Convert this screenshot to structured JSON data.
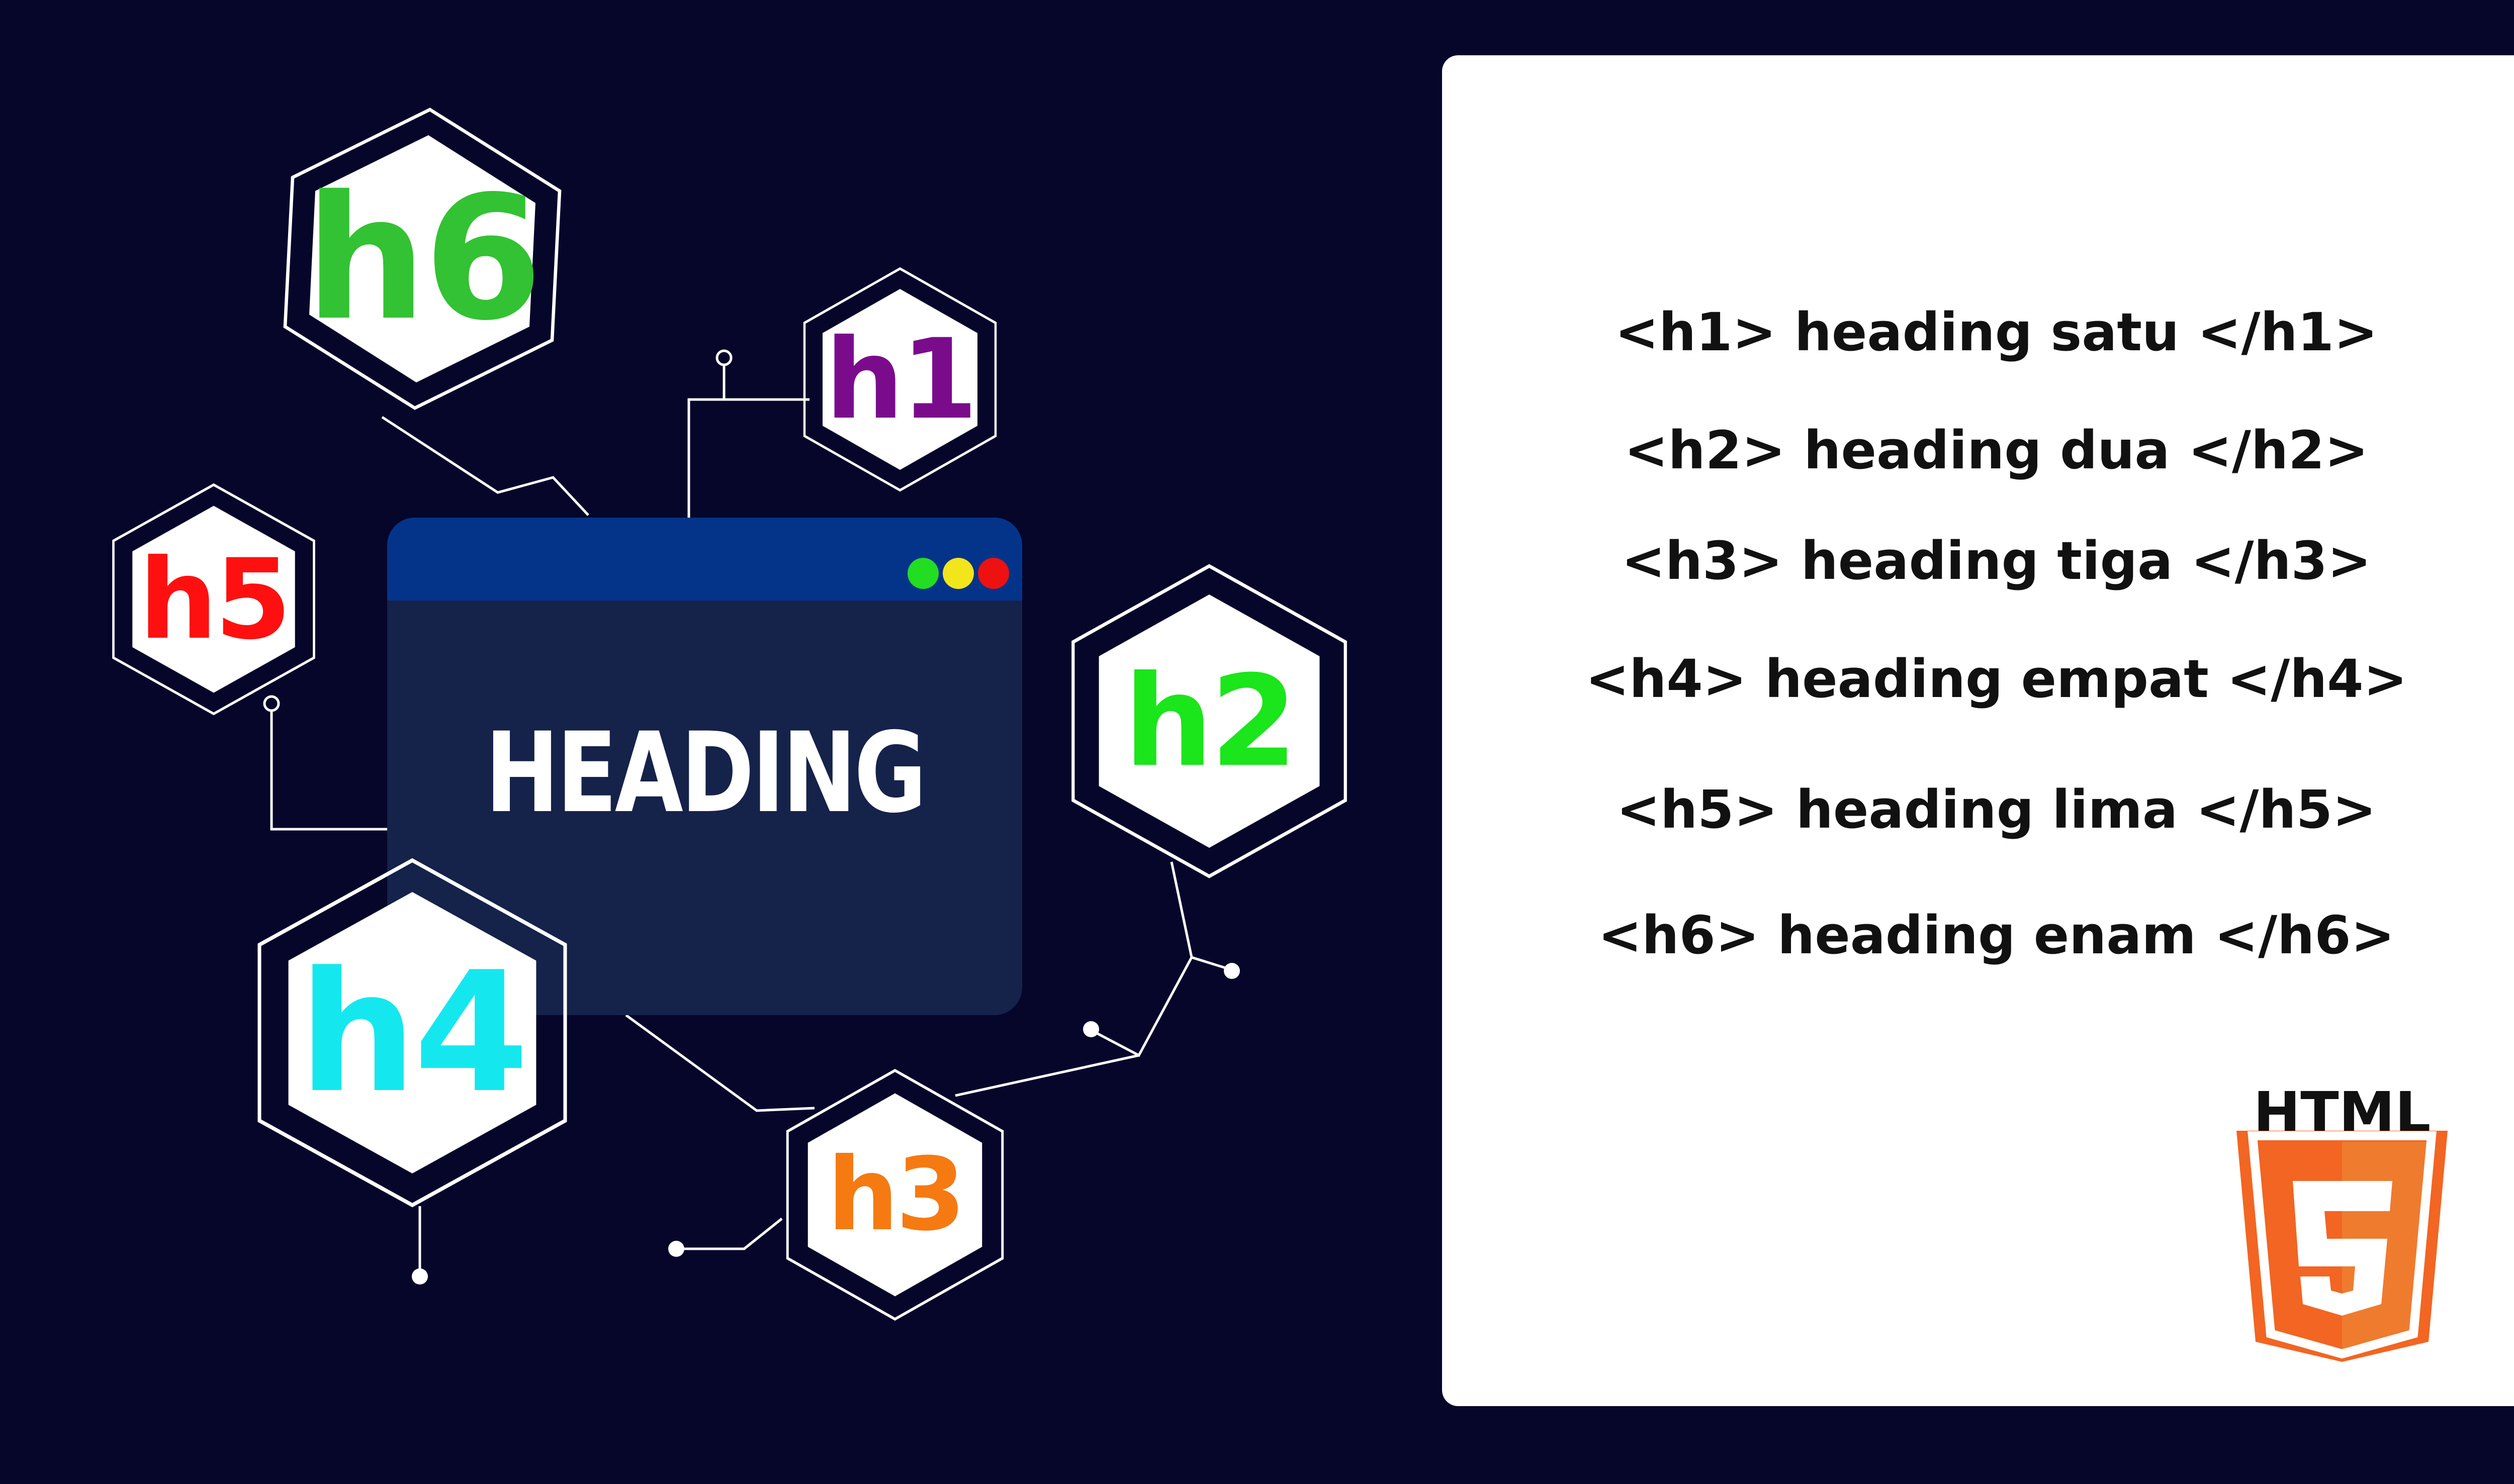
{
  "colors": {
    "background": "#05062a",
    "browser_bar": "#04348a",
    "browser_body": "#15224a",
    "dot_green": "#22dd22",
    "dot_yellow": "#f2e51c",
    "dot_red": "#ee1111",
    "html5_orange": "#f26522"
  },
  "window": {
    "title": "HEADING",
    "controls": [
      "green-dot",
      "yellow-dot",
      "red-dot"
    ]
  },
  "badges": {
    "h1": {
      "label": "h1",
      "color": "#7a0c8c"
    },
    "h2": {
      "label": "h2",
      "color": "#1be51b"
    },
    "h3": {
      "label": "h3",
      "color": "#f57a12"
    },
    "h4": {
      "label": "h4",
      "color": "#14e8ee"
    },
    "h5": {
      "label": "h5",
      "color": "#ff1010"
    },
    "h6": {
      "label": "h6",
      "color": "#33c233"
    }
  },
  "code_lines": [
    "<h1> heading satu </h1>",
    "<h2> heading dua </h2>",
    "<h3> heading tiga </h3>",
    "<h4> heading empat </h4>",
    "<h5> heading lima </h5>",
    "<h6> heading enam </h6>"
  ],
  "logo": {
    "word": "HTML",
    "icon": "html5-shield-icon"
  }
}
